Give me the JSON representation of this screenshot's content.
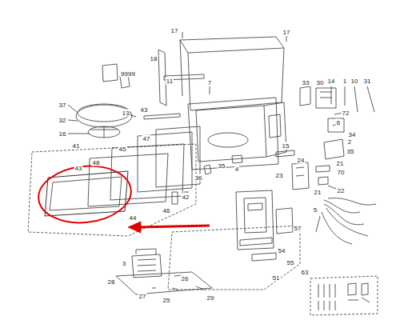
{
  "diagram": {
    "labels": [
      "17",
      "17",
      "9999",
      "18",
      "11",
      "7",
      "33",
      "30",
      "14",
      "1",
      "10",
      "31",
      "37",
      "32",
      "16",
      "13",
      "43",
      "41",
      "47",
      "45",
      "48",
      "43",
      "35",
      "4",
      "36",
      "15",
      "72",
      "6",
      "34",
      "2",
      "35",
      "24",
      "21",
      "23",
      "70",
      "21",
      "22",
      "5",
      "42",
      "46",
      "44",
      "57",
      "54",
      "55",
      "51",
      "63",
      "3",
      "28",
      "26",
      "27",
      "25",
      "29"
    ]
  }
}
